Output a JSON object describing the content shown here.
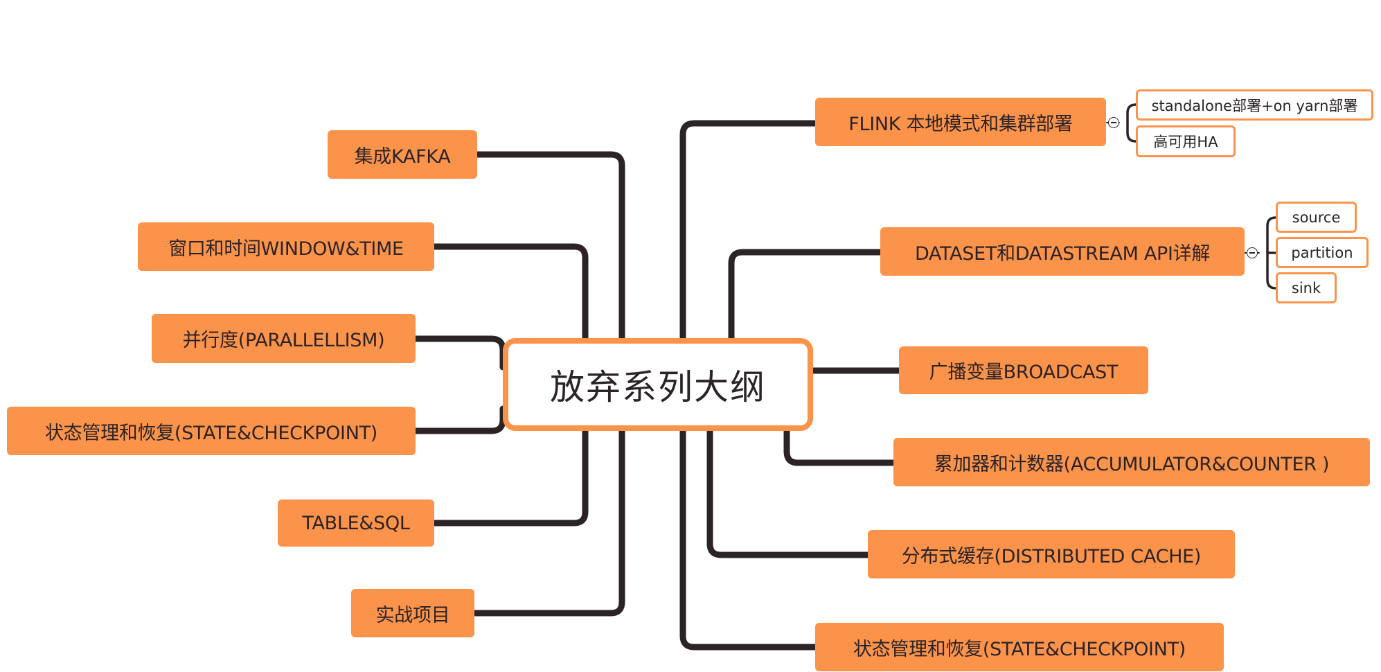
{
  "mindmap": {
    "root": "放弃系列大纲",
    "left_topics": [
      "集成KAFKA",
      "窗口和时间WINDOW&TIME",
      "并行度(PARALLELLISM)",
      "状态管理和恢复(STATE&CHECKPOINT)",
      "TABLE&SQL",
      "实战项目"
    ],
    "right_topics": [
      {
        "label": "FLINK 本地模式和集群部署",
        "children": [
          "standalone部署+on yarn部署",
          "高可用HA"
        ]
      },
      {
        "label": "DATASET和DATASTREAM API详解",
        "children": [
          "source",
          "partition",
          "sink"
        ]
      },
      {
        "label": "广播变量BROADCAST",
        "children": []
      },
      {
        "label": "累加器和计数器(ACCUMULATOR&COUNTER )",
        "children": []
      },
      {
        "label": "分布式缓存(DISTRIBUTED CACHE)",
        "children": []
      },
      {
        "label": "状态管理和恢复(STATE&CHECKPOINT)",
        "children": []
      }
    ]
  },
  "colors": {
    "topic_fill": "#fb934b",
    "connector": "#2b2326",
    "subtopic_fill": "#ffffff"
  }
}
